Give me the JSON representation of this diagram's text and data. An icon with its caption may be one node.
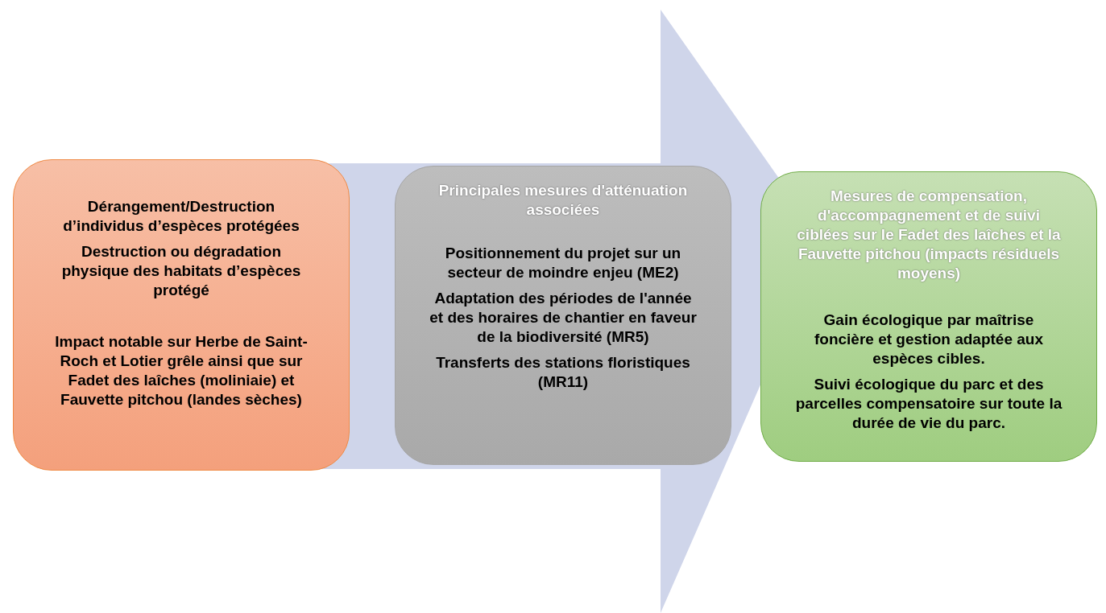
{
  "diagram": {
    "nodes": [
      {
        "text": [
          "Dérangement/Destruction d’individus d’espèces protégées",
          "Destruction ou dégradation physique des habitats d’espèces protégé",
          "Impact notable sur Herbe de Saint-Roch et Lotier grêle ainsi que sur Fadet des laîches (moliniaie) et Fauvette pitchou (landes sèches)"
        ]
      },
      {
        "text": [
          "Principales mesures d'atténuation associées",
          "Positionnement du projet sur un secteur de moindre enjeu (ME2)",
          "Adaptation des périodes de l'année et des horaires de chantier en faveur de la biodiversité (MR5)",
          "Transferts des stations floristiques (MR11)"
        ]
      },
      {
        "text": [
          "Mesures de compensation, d'accompagnement et de suivi ciblées sur le Fadet des laîches et la Fauvette pitchou (impacts résiduels moyens)",
          "Gain écologique par maîtrise foncière et gestion adaptée aux espèces cibles.",
          "Suivi écologique du parc et des parcelles compensatoire sur toute la durée de vie du parc."
        ]
      }
    ],
    "edges": [
      {
        "from": 0,
        "to": 2,
        "arrow": "to"
      }
    ]
  }
}
